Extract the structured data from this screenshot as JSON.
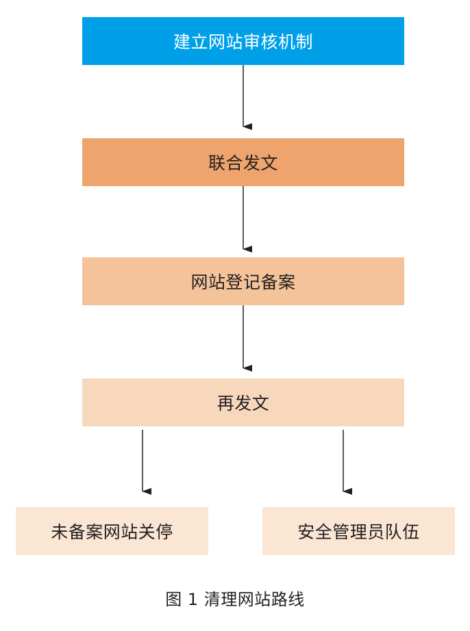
{
  "steps": [
    {
      "label": "建立网站审核机制",
      "color": "#00a0e9"
    },
    {
      "label": "联合发文",
      "color": "#eea46c"
    },
    {
      "label": "网站登记备案",
      "color": "#f4c39a"
    },
    {
      "label": "再发文",
      "color": "#f8d8bc"
    },
    {
      "label": "未备案网站关停",
      "color": "#fbe6d4"
    },
    {
      "label": "安全管理员队伍",
      "color": "#fbe6d4"
    }
  ],
  "caption": "图 1  清理网站路线",
  "arrow_color": "#231f20"
}
